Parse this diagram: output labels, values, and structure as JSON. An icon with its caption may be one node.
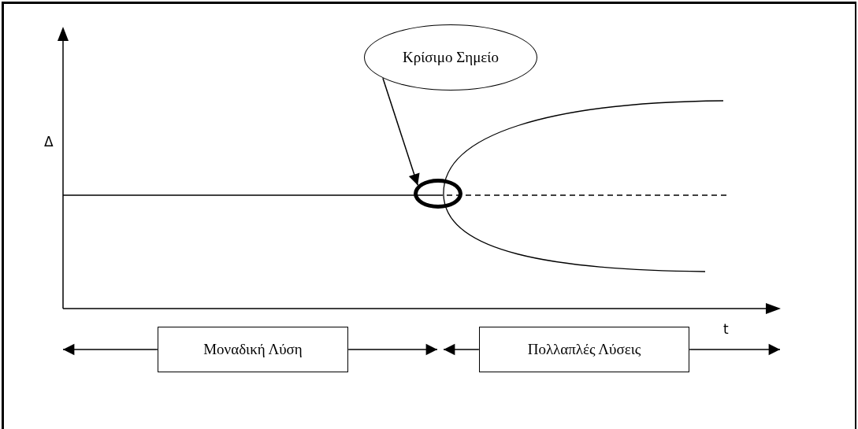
{
  "diagram": {
    "nodes": [
      {
        "text": [
          "Κρίσιμο Σημείο"
        ]
      },
      {
        "text": [],
        "shape": "circle"
      },
      {
        "text": [
          "Μοναδική Λύση"
        ]
      },
      {
        "text": [
          "Πολλαπλές Λύσεις"
        ]
      }
    ],
    "edges": [
      {
        "from": 0,
        "to": 1,
        "arrow": "to"
      },
      {
        "from": 2,
        "to": null,
        "arrow": "to"
      },
      {
        "from": 2,
        "to": null,
        "arrow": "to"
      },
      {
        "from": 3,
        "to": null,
        "arrow": "to"
      },
      {
        "from": 3,
        "to": null,
        "arrow": "to"
      }
    ],
    "labels": [
      "Δ",
      "t"
    ]
  }
}
